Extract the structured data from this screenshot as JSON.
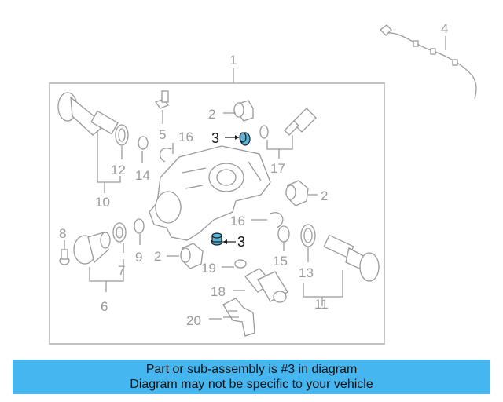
{
  "diagram": {
    "callouts": {
      "c1": "1",
      "c2a": "2",
      "c2b": "2",
      "c2c": "2",
      "c3a": "3",
      "c3b": "3",
      "c4": "4",
      "c5": "5",
      "c6": "6",
      "c7": "7",
      "c8": "8",
      "c9": "9",
      "c10": "10",
      "c11": "11",
      "c12": "12",
      "c13": "13",
      "c14": "14",
      "c15": "15",
      "c16a": "16",
      "c16b": "16",
      "c17": "17",
      "c18": "18",
      "c19": "19",
      "c20": "20"
    },
    "highlight_color": "#5ab4d8"
  },
  "banner": {
    "line1": "Part or sub-assembly is #3 in diagram",
    "line2": "Diagram may not be specific to your vehicle",
    "color": "#45b6f0"
  }
}
